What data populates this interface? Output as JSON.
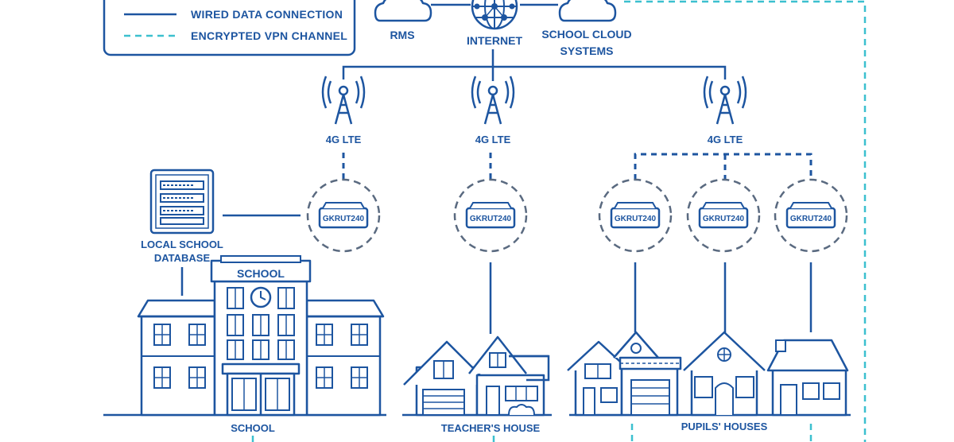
{
  "legend": {
    "wired_label": "WIRED DATA CONNECTION",
    "vpn_label": "ENCRYPTED VPN CHANNEL"
  },
  "cloud": {
    "rms_label": "RMS",
    "internet_label": "INTERNET",
    "school_cloud_line1": "SCHOOL CLOUD",
    "school_cloud_line2": "SYSTEMS"
  },
  "towers": {
    "tower1_label": "4G LTE",
    "tower2_label": "4G LTE",
    "tower3_label": "4G LTE"
  },
  "routers": {
    "model": "GKRUT240"
  },
  "buildings": {
    "database_line1": "LOCAL SCHOOL",
    "database_line2": "DATABASE",
    "school_sign": "SCHOOL",
    "school_label": "SCHOOL",
    "teacher_label": "TEACHER'S HOUSE",
    "pupils_label": "PUPILS' HOUSES"
  },
  "colors": {
    "primary": "#1d55a0",
    "vpn": "#3cc0cf",
    "ring": "#5a6a80"
  }
}
